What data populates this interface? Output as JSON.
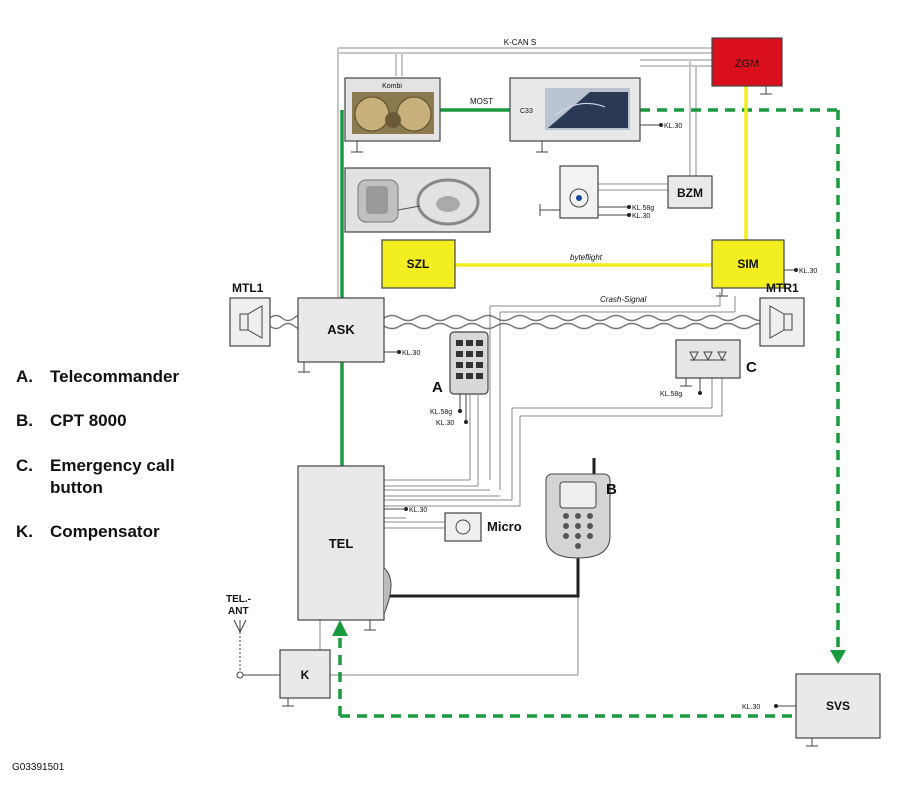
{
  "legend": [
    {
      "key": "A.",
      "text": "Telecommander"
    },
    {
      "key": "B.",
      "text": "CPT 8000"
    },
    {
      "key": "C.",
      "text": "Emergency call button"
    },
    {
      "key": "K.",
      "text": "Compensator"
    }
  ],
  "figure_id": "G03391501",
  "bus_labels": {
    "k_can_s": "K-CAN S",
    "most": "MOST",
    "byteflight": "byteflight",
    "crash_signal": "Crash-Signal"
  },
  "modules": {
    "zgm": "ZGM",
    "kombi": "Kombi",
    "bzm": "BZM",
    "szl": "SZL",
    "sim": "SIM",
    "ask": "ASK",
    "mtl1": "MTL1",
    "mtr1": "MTR1",
    "tel": "TEL",
    "micro": "Micro",
    "k": "K",
    "svs": "SVS",
    "tel_ant": "TEL.-\nANT"
  },
  "callouts": {
    "a": "A",
    "b": "B",
    "c": "C"
  },
  "terminals": {
    "kl30": "KL.30",
    "kl58g": "KL.58g"
  },
  "colors": {
    "most_green": "#1a9a3c",
    "byteflight_yellow": "#f2ee1f",
    "zgm_red": "#d90f1e",
    "box_fill": "#e9e9e9",
    "k_can_gray": "#c8c8c8"
  }
}
